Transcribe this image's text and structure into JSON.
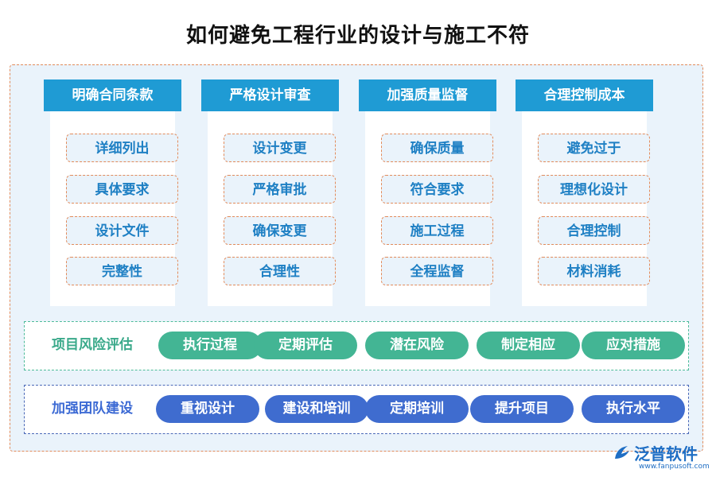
{
  "title": "如何避免工程行业的设计与施工不符",
  "columns": [
    {
      "header": "明确合同条款",
      "items": [
        "详细列出",
        "具体要求",
        "设计文件",
        "完整性"
      ]
    },
    {
      "header": "严格设计审查",
      "items": [
        "设计变更",
        "严格审批",
        "确保变更",
        "合理性"
      ]
    },
    {
      "header": "加强质量监督",
      "items": [
        "确保质量",
        "符合要求",
        "施工过程",
        "全程监督"
      ]
    },
    {
      "header": "合理控制成本",
      "items": [
        "避免过于",
        "理想化设计",
        "合理控制",
        "材料消耗"
      ]
    }
  ],
  "risk_row": {
    "label": "项目风险评估",
    "pills": [
      "执行过程",
      "定期评估",
      "潜在风险",
      "制定相应",
      "应对措施"
    ]
  },
  "team_row": {
    "label": "加强团队建设",
    "pills": [
      "重视设计",
      "建设和培训",
      "定期培训",
      "提升项目",
      "执行水平"
    ]
  },
  "logo": {
    "name": "泛普软件",
    "url": "www.fanpusoft.com"
  },
  "colors": {
    "header": "#1f9bd4",
    "item_text": "#1f80c4",
    "dash_orange": "#e28b5b",
    "risk_green": "#43b594",
    "team_blue": "#3f6ccf",
    "background": "#eaf3fb"
  }
}
